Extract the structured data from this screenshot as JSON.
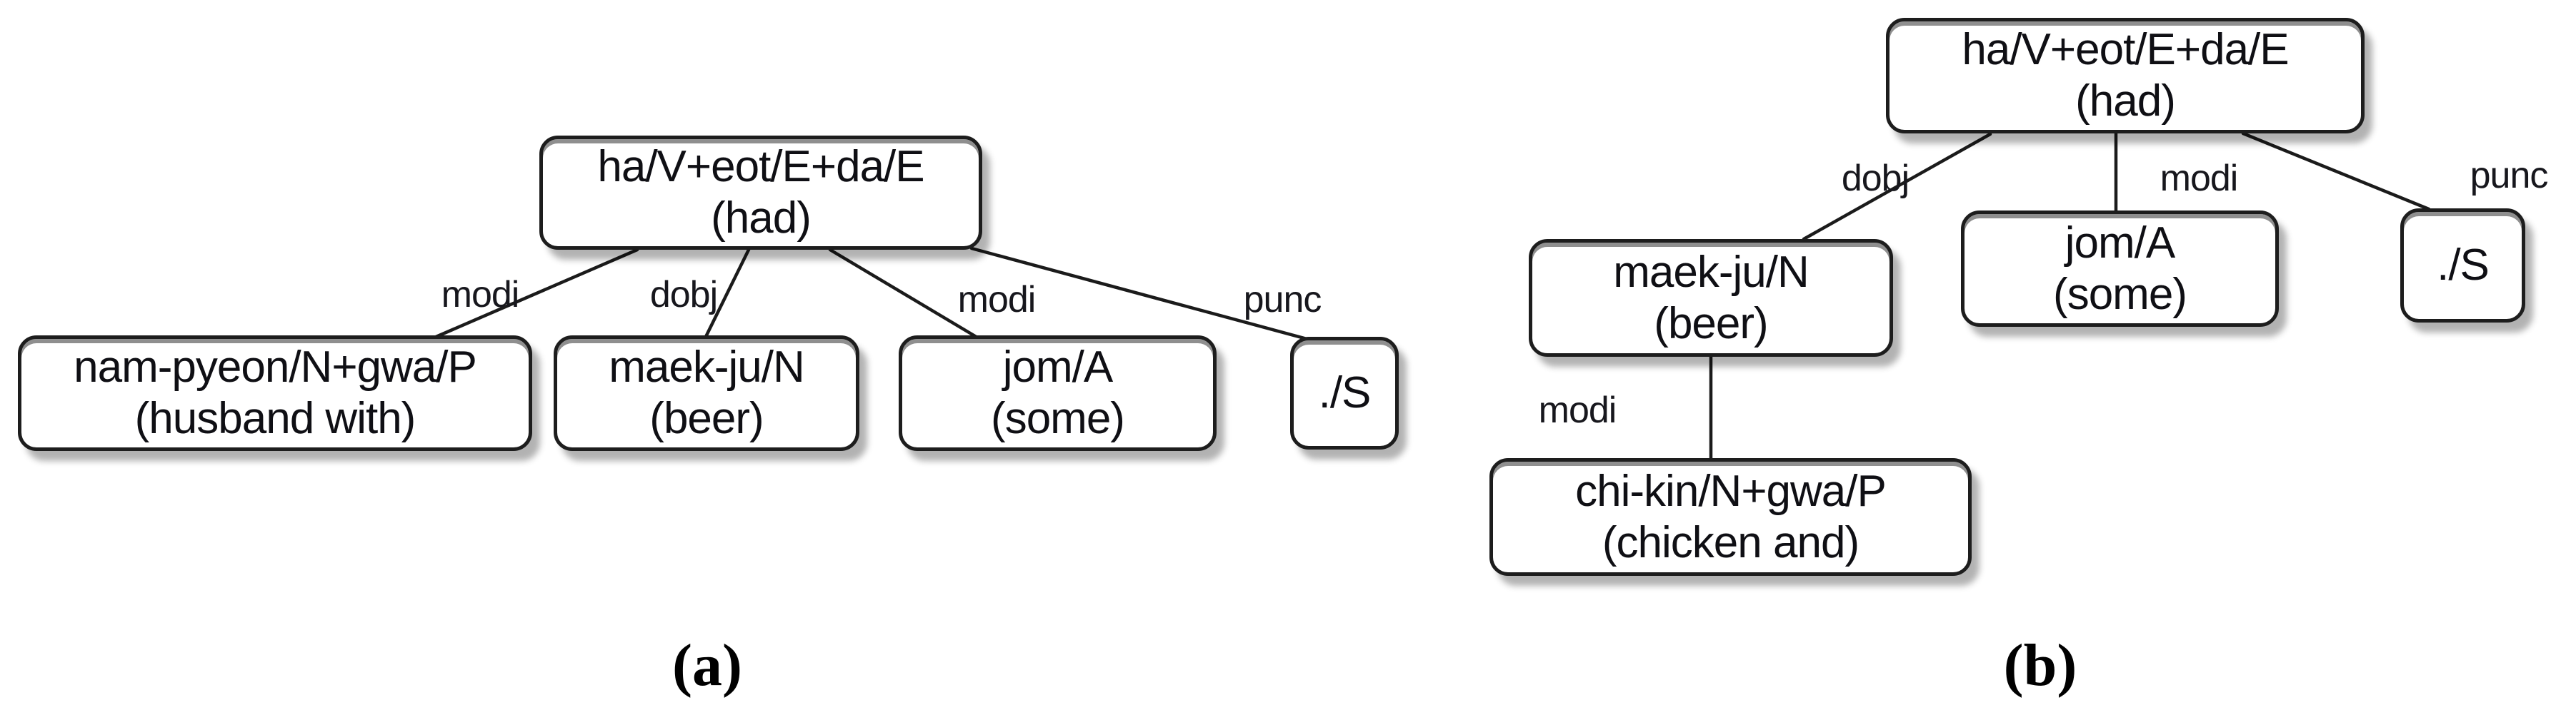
{
  "figure": {
    "description": "Two Korean dependency parse trees",
    "colors": {
      "background": "#ffffff",
      "node_fill": "#ffffff",
      "node_border": "#1d1d1d",
      "node_top_shade": "#8f8f8f",
      "drop_shadow": "#b8b8b8",
      "text": "#0f0f14",
      "edge_line": "#1b1b1b"
    },
    "panel_a": {
      "caption": "(a)",
      "nodes": {
        "root": {
          "line1": "ha/V+eot/E+da/E",
          "line2": "(had)"
        },
        "husband": {
          "line1": "nam-pyeon/N+gwa/P",
          "line2": "(husband with)"
        },
        "beer": {
          "line1": "maek-ju/N",
          "line2": "(beer)"
        },
        "some": {
          "line1": "jom/A",
          "line2": "(some)"
        },
        "period": {
          "line1": "./S"
        }
      },
      "edge_labels": {
        "e1": "modi",
        "e2": "dobj",
        "e3": "modi",
        "e4": "punc"
      }
    },
    "panel_b": {
      "caption": "(b)",
      "nodes": {
        "root": {
          "line1": "ha/V+eot/E+da/E",
          "line2": "(had)"
        },
        "beer": {
          "line1": "maek-ju/N",
          "line2": "(beer)"
        },
        "some": {
          "line1": "jom/A",
          "line2": "(some)"
        },
        "period": {
          "line1": "./S"
        },
        "chicken": {
          "line1": "chi-kin/N+gwa/P",
          "line2": "(chicken and)"
        }
      },
      "edge_labels": {
        "e1": "dobj",
        "e2": "modi",
        "e3": "punc",
        "e4": "modi"
      }
    }
  }
}
